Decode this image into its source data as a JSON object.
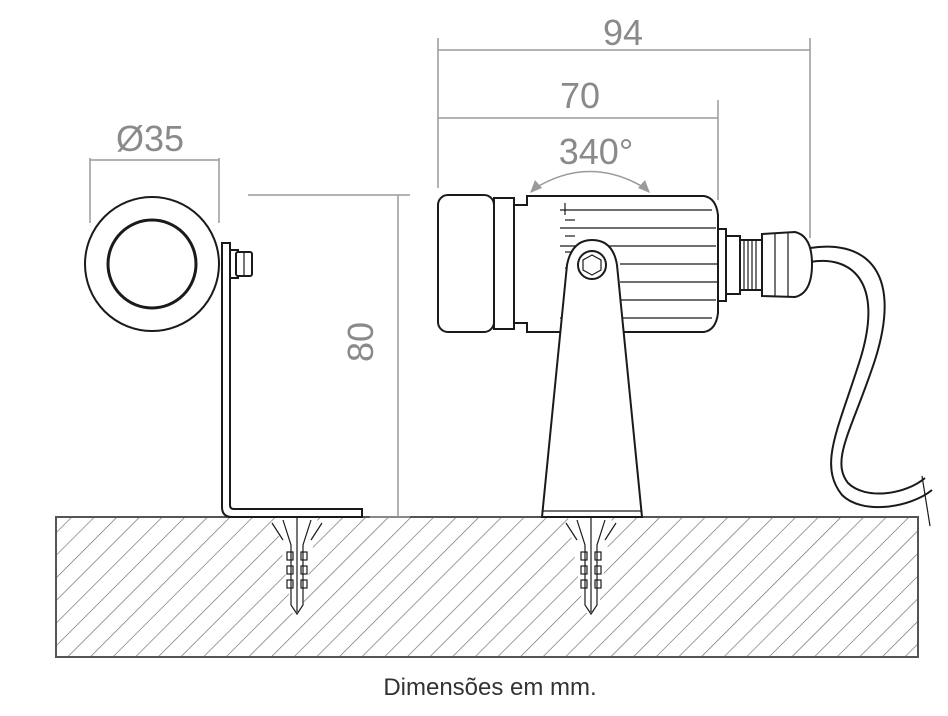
{
  "dimensions": {
    "diameter_label": "Ø35",
    "total_length_label": "94",
    "body_length_label": "70",
    "rotation_label": "340°",
    "height_label": "80"
  },
  "caption": "Dimensões em mm.",
  "colors": {
    "dimension": "#8a8a8a",
    "outline": "#1a1a1a",
    "hatch": "#6a6a6a",
    "caption": "#333333"
  }
}
